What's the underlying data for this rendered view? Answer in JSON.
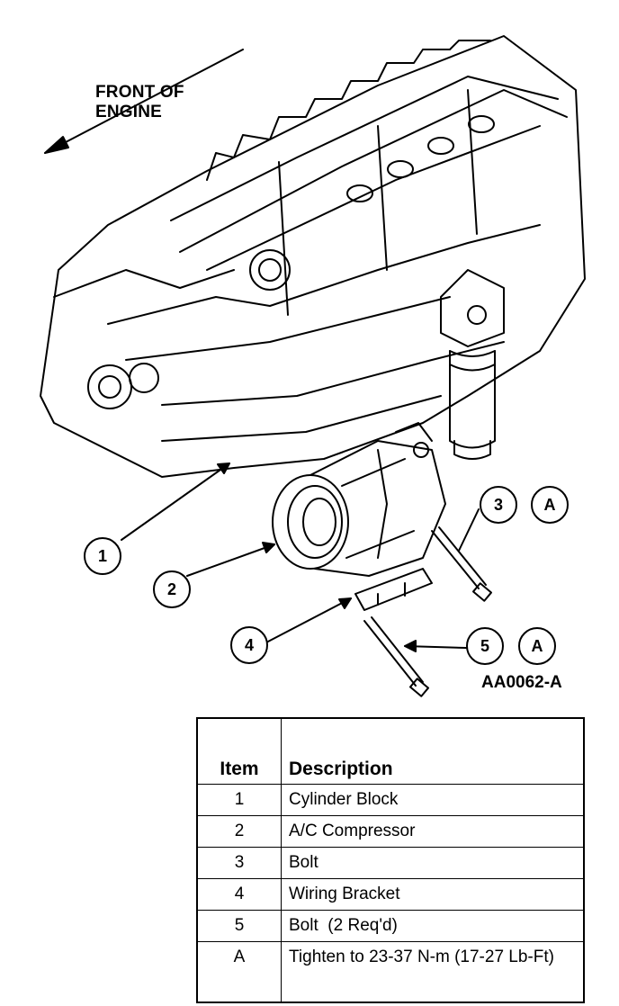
{
  "diagram": {
    "front_label_line1": "FRONT OF",
    "front_label_line2": "ENGINE",
    "figure_id": "AA0062-A",
    "callouts": [
      {
        "label": "1"
      },
      {
        "label": "2"
      },
      {
        "label": "3"
      },
      {
        "label": "A"
      },
      {
        "label": "4"
      },
      {
        "label": "5"
      },
      {
        "label": "A"
      }
    ]
  },
  "legend": {
    "headers": {
      "item": "Item",
      "description": "Description"
    },
    "rows": [
      {
        "item": "1",
        "description": "Cylinder Block"
      },
      {
        "item": "2",
        "description": "A/C Compressor"
      },
      {
        "item": "3",
        "description": "Bolt"
      },
      {
        "item": "4",
        "description": "Wiring Bracket"
      },
      {
        "item": "5",
        "description": "Bolt  (2 Req'd)"
      },
      {
        "item": "A",
        "description": "Tighten to 23-37 N-m (17-27 Lb-Ft)"
      }
    ]
  }
}
